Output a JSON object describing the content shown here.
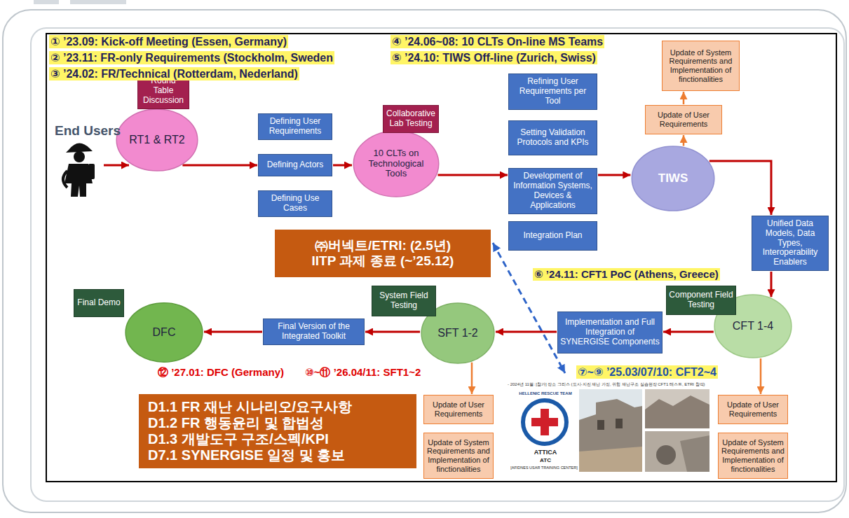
{
  "diagram": {
    "nodes": [
      {
        "text": [
          "Round Table Discussion"
        ]
      },
      {
        "text": [
          "RT1 & RT2"
        ]
      },
      {
        "text": [
          "Defining User Requirements"
        ]
      },
      {
        "text": [
          "Defining Actors"
        ]
      },
      {
        "text": [
          "Defining Use Cases"
        ]
      },
      {
        "text": [
          "Collaborative Lab Testing"
        ]
      },
      {
        "text": [
          "10 CLTs on Technological Tools"
        ]
      },
      {
        "text": [
          "Refining User Requirements per Tool"
        ]
      },
      {
        "text": [
          "Setting Validation Protocols and KPIs"
        ]
      },
      {
        "text": [
          "Development of Information Systems, Devices & Applications"
        ]
      },
      {
        "text": [
          "Integration Plan"
        ]
      },
      {
        "text": [
          "TIWS"
        ]
      },
      {
        "text": [
          "Update of User Requirements"
        ]
      },
      {
        "text": [
          "Update of System Requirements and Implementation of finctionalities"
        ]
      },
      {
        "text": [
          "Unified Data Models, Data Types, Interoperability Enablers"
        ]
      },
      {
        "text": [
          "Component Field Testing"
        ]
      },
      {
        "text": [
          "CFT 1-4"
        ]
      },
      {
        "text": [
          "Implementation and Full Integration of SYNERGISE Components"
        ]
      },
      {
        "text": [
          "System Field Testing"
        ]
      },
      {
        "text": [
          "SFT 1-2"
        ]
      },
      {
        "text": [
          "Final Version of the Integrated Toolkit"
        ]
      },
      {
        "text": [
          "Final Demo"
        ]
      },
      {
        "text": [
          "DFC"
        ]
      },
      {
        "text": [
          "Update of User Requirements"
        ]
      },
      {
        "text": [
          "Update of System Requirements and Implementation of finctionalities"
        ]
      },
      {
        "text": [
          "Update of User Requirements"
        ]
      },
      {
        "text": [
          "Update of System Requirements and Implementation of finctionalities"
        ]
      },
      {
        "text": [
          "㈜버넥트/ETRI: (2.5년)",
          "IITP 과제 종료 (~’25.12)"
        ]
      },
      {
        "text": [
          "D1.1 FR 재난 시나리오/요구사항",
          "D1.2 FR 행동윤리 및 합법성",
          "D1.3 개발도구 구조/스펙/KPI",
          "D7.1 SYNERGISE 일정 및 홍보"
        ]
      }
    ],
    "edges": [
      {
        "from": 1,
        "to": 3,
        "arrow": "to"
      },
      {
        "from": 3,
        "to": 6,
        "arrow": "to"
      },
      {
        "from": 6,
        "to": 9,
        "arrow": "to"
      },
      {
        "from": 9,
        "to": 11,
        "arrow": "to"
      },
      {
        "from": 11,
        "to": 12,
        "arrow": "to"
      },
      {
        "from": 12,
        "to": 13,
        "arrow": "to"
      },
      {
        "from": 11,
        "to": 14,
        "arrow": "to"
      },
      {
        "from": 14,
        "to": 16,
        "arrow": "to"
      },
      {
        "from": 16,
        "to": 17,
        "arrow": "to"
      },
      {
        "from": 17,
        "to": 19,
        "arrow": "to"
      },
      {
        "from": 19,
        "to": 20,
        "arrow": "to"
      },
      {
        "from": 20,
        "to": 22,
        "arrow": "to"
      },
      {
        "from": 19,
        "to": 23,
        "arrow": "to"
      },
      {
        "from": 16,
        "to": 25,
        "arrow": "to"
      }
    ],
    "labels": [
      "① ’23.09: Kick-off Meeting (Essen, Germany)",
      "② ’23.11: FR-only Requirements (Stockholm, Sweden",
      "③ ’24.02: FR/Technical (Rotterdam, Nederland)",
      "④ ’24.06~08: 10 CLTs On-line MS Teams",
      "⑤ ’24.10: TIWS Off-line (Zurich, Swiss)",
      "End Users",
      "⑥ ’24.11: CFT1 PoC (Athens, Greece)",
      "⑦~⑨ ’25.03/07/10: CFT2~4",
      "⑩~⑪ ’26.04/11: SFT1~2",
      "⑫ ’27.01: DFC (Germany)",
      "- 2024년 11월: [참가] 장소 그리스 (도시-지진 재난 가정, 위험 재난구조 실습현장 CFT1 테스트, ETRI 참석)",
      "HELLENIC RESCUE TEAM",
      "ATTICA",
      "ATC",
      "[AFIDNES USAR TRAINING CENTER]"
    ]
  }
}
